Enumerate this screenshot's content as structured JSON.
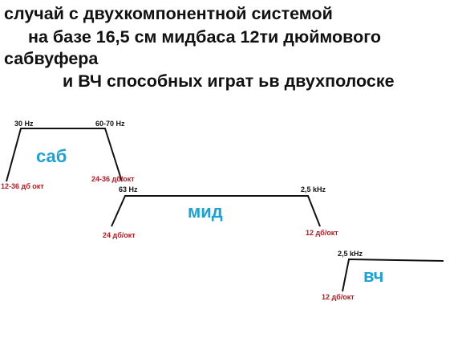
{
  "title_lines": [
    "случай с двухкомпонентной системой",
    "на базе 16,5 см мидбаса 12ти дюймового",
    "сабвуфера",
    "и ВЧ способных играт ьв двухполоске"
  ],
  "bands": {
    "sub": {
      "name": "саб",
      "low_freq": "30 Hz",
      "high_freq": "60-70 Hz",
      "low_slope": "12-36 дб окт",
      "high_slope": "24-36 дб/окт"
    },
    "mid": {
      "name": "мид",
      "low_freq": "63 Hz",
      "high_freq": "2,5 kHz",
      "low_slope": "24 дб/окт",
      "high_slope": "12 дб/окт"
    },
    "tweeter": {
      "name": "вч",
      "low_freq": "2,5 kHz",
      "low_slope": "12 дб/окт"
    }
  },
  "colors": {
    "band_label": "#1aa3d4",
    "slope_label": "#c0161e",
    "line": "#111111"
  }
}
